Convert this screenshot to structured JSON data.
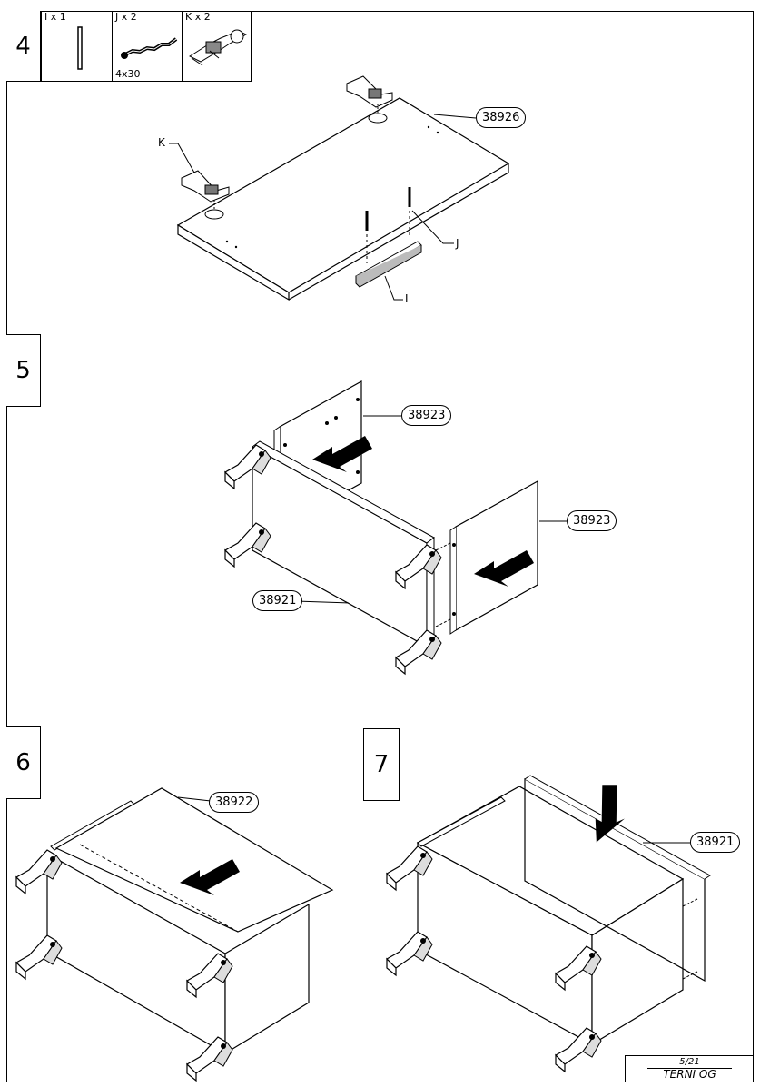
{
  "steps": [
    "4",
    "5",
    "6",
    "7"
  ],
  "parts": [
    {
      "label": "I x 1",
      "icon": "rail-icon"
    },
    {
      "label": "J x 2",
      "sub": "4x30",
      "icon": "screw-icon"
    },
    {
      "label": "K x 2",
      "icon": "hinge-icon"
    }
  ],
  "callouts": {
    "step4_panel": "38926",
    "step5_side_top": "38923",
    "step5_side_right": "38923",
    "step5_bottom": "38921",
    "step6_top": "38922",
    "step7_back": "38921"
  },
  "letters": {
    "k": "K",
    "j": "J",
    "i": "I"
  },
  "footer": {
    "page": "5/21",
    "model": "TERNI OG"
  }
}
